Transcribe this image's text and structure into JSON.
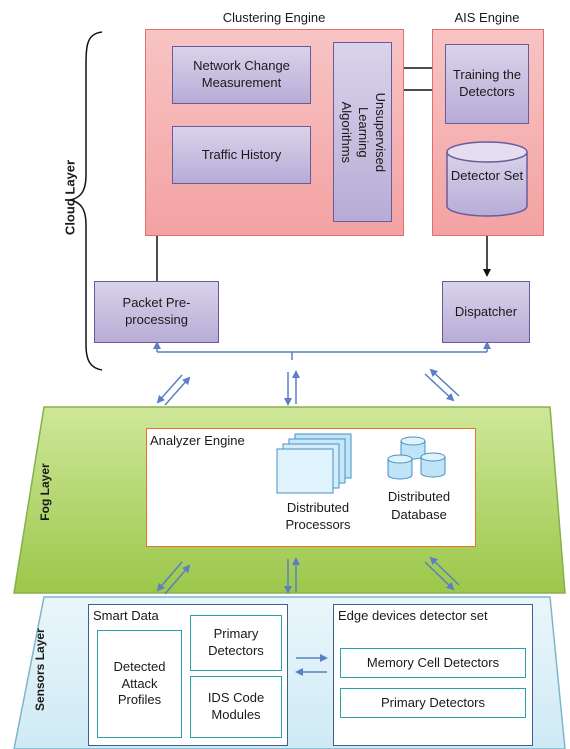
{
  "cloud": {
    "layer_label": "Cloud Layer",
    "clustering_title": "Clustering Engine",
    "ais_title": "AIS Engine",
    "network_change": "Network Change Measurement",
    "traffic_history": "Traffic History",
    "unsupervised": "Unsupervised Learning Algorithms",
    "training": "Training the Detectors",
    "detector_set": "Detector Set",
    "packet": "Packet Pre-processing",
    "dispatcher": "Dispatcher"
  },
  "fog": {
    "layer_label": "Fog Layer",
    "analyzer": "Analyzer Engine",
    "distributed_processors": "Distributed Processors",
    "distributed_database": "Distributed Database"
  },
  "sensors": {
    "layer_label": "Sensors Layer",
    "smart_data": "Smart Data",
    "primary_detectors_left": "Primary Detectors",
    "detected_attack": "Detected Attack Profiles",
    "ids_code": "IDS Code Modules",
    "edge_title": "Edge devices detector set",
    "memory_cell": "Memory Cell Detectors",
    "primary_detectors_right": "Primary Detectors"
  },
  "colors": {
    "cloud_box": "#f3a2a2",
    "process_box": "#b8acd6",
    "fog_band": "#a8cf58",
    "sensor_band": "#d8eff8",
    "fog_border": "#e8732a",
    "teal": "#2aa0a8",
    "arrow": "#5b7fc4"
  }
}
